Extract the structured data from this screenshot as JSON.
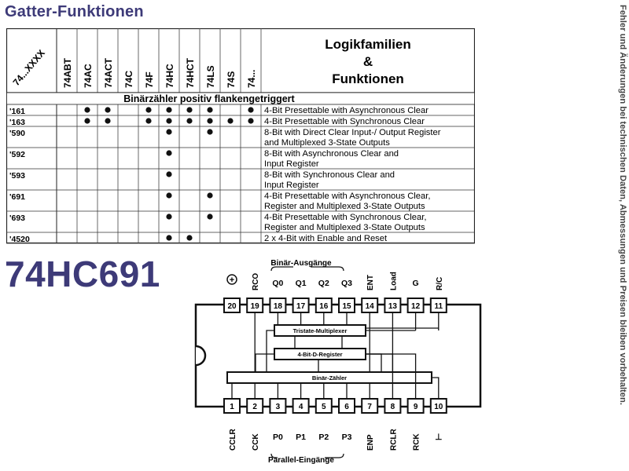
{
  "page": {
    "title": "Gatter-Funktionen",
    "side_note": "Fehler und Änderungen bei technischen Daten, Abmessungen und Preisen bleiben vorbehalten.",
    "big_title": "74HC691"
  },
  "table": {
    "corner_label": "74...XXXX",
    "families": [
      "74ABT",
      "74AC",
      "74ACT",
      "74C",
      "74F",
      "74HC",
      "74HCT",
      "74LS",
      "74S",
      "74..."
    ],
    "header_right": [
      "Logikfamilien",
      "&",
      "Funktionen"
    ],
    "section_title": "Binärzähler positiv flankengetriggert",
    "rows": [
      {
        "part": "'161",
        "marks": [
          0,
          1,
          1,
          0,
          1,
          1,
          1,
          1,
          0,
          1
        ],
        "desc": [
          "4-Bit Presettable with Asynchronous Clear"
        ]
      },
      {
        "part": "'163",
        "marks": [
          0,
          1,
          1,
          0,
          1,
          1,
          1,
          1,
          1,
          1
        ],
        "desc": [
          "4-Bit Presettable with Synchronous Clear"
        ]
      },
      {
        "part": "'590",
        "marks": [
          0,
          0,
          0,
          0,
          0,
          1,
          0,
          1,
          0,
          0
        ],
        "desc": [
          "8-Bit with Direct Clear Input-/ Output Register",
          "and Multiplexed 3-State Outputs"
        ]
      },
      {
        "part": "'592",
        "marks": [
          0,
          0,
          0,
          0,
          0,
          1,
          0,
          0,
          0,
          0
        ],
        "desc": [
          "8-Bit with Asynchronous Clear and",
          "Input Register"
        ]
      },
      {
        "part": "'593",
        "marks": [
          0,
          0,
          0,
          0,
          0,
          1,
          0,
          0,
          0,
          0
        ],
        "desc": [
          "8-Bit with Synchronous Clear and",
          "Input Register"
        ]
      },
      {
        "part": "'691",
        "marks": [
          0,
          0,
          0,
          0,
          0,
          1,
          0,
          1,
          0,
          0
        ],
        "desc": [
          "4-Bit Presettable with Asynchronous Clear,",
          "Register and Multiplexed 3-State Outputs"
        ]
      },
      {
        "part": "'693",
        "marks": [
          0,
          0,
          0,
          0,
          0,
          1,
          0,
          1,
          0,
          0
        ],
        "desc": [
          "4-Bit Presettable with Synchronous Clear,",
          "Register and Multiplexed 3-State Outputs"
        ]
      },
      {
        "part": "'4520",
        "marks": [
          0,
          0,
          0,
          0,
          0,
          1,
          1,
          0,
          0,
          0
        ],
        "desc": [
          "2 x 4-Bit with Enable and Reset"
        ]
      }
    ]
  },
  "pinout": {
    "top_group_label": "Binär-Ausgänge",
    "bottom_group_label": "Parallel-Eingänge",
    "top_pins": [
      {
        "num": "20",
        "label": "+"
      },
      {
        "num": "19",
        "label": "RCO"
      },
      {
        "num": "18",
        "label": "Q0"
      },
      {
        "num": "17",
        "label": "Q1"
      },
      {
        "num": "16",
        "label": "Q2"
      },
      {
        "num": "15",
        "label": "Q3"
      },
      {
        "num": "14",
        "label": "ENT"
      },
      {
        "num": "13",
        "label": "Load"
      },
      {
        "num": "12",
        "label": "G"
      },
      {
        "num": "11",
        "label": "R/C"
      }
    ],
    "bottom_pins": [
      {
        "num": "1",
        "label": "CCLR"
      },
      {
        "num": "2",
        "label": "CCK"
      },
      {
        "num": "3",
        "label": "P0"
      },
      {
        "num": "4",
        "label": "P1"
      },
      {
        "num": "5",
        "label": "P2"
      },
      {
        "num": "6",
        "label": "P3"
      },
      {
        "num": "7",
        "label": "ENP"
      },
      {
        "num": "8",
        "label": "RCLR"
      },
      {
        "num": "9",
        "label": "RCK"
      },
      {
        "num": "10",
        "label": "⊥"
      }
    ],
    "blocks": [
      "Tristate-Multiplexer",
      "4-Bit-D-Register",
      "Binär-Zähler"
    ]
  }
}
